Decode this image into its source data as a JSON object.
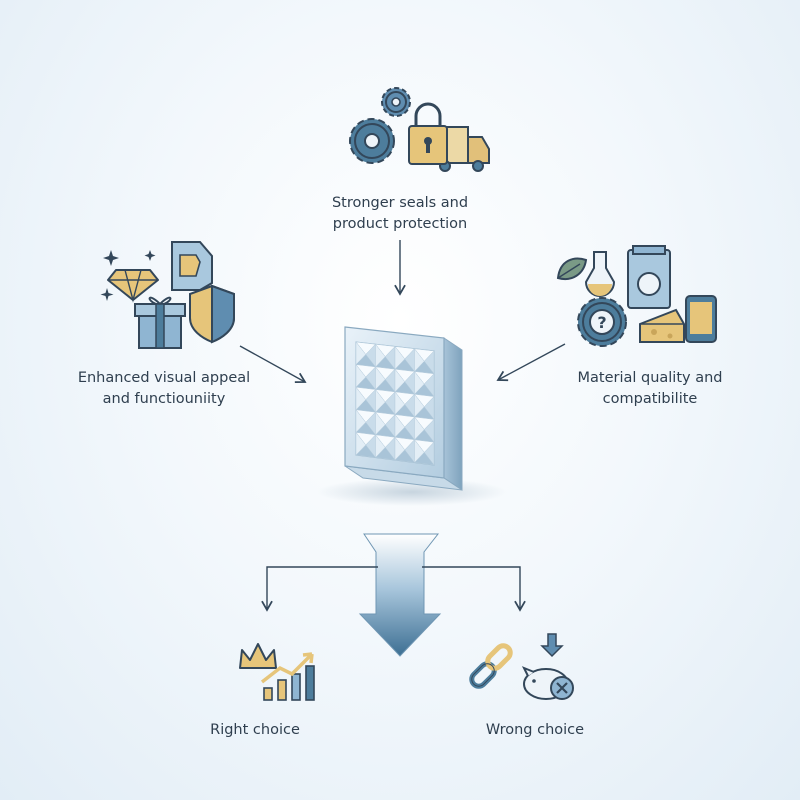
{
  "factors": {
    "top": {
      "line1": "Stronger seals and",
      "line2": "product protection",
      "icons": [
        "gear-icon",
        "lock-icon",
        "delivery-truck-icon"
      ]
    },
    "left": {
      "line1": "Enhanced visual appeal",
      "line2": "and functiouniity",
      "icons": [
        "diamond-icon",
        "sparkle-icon",
        "gift-box-icon",
        "shield-icon",
        "3d-shape-icon"
      ]
    },
    "right": {
      "line1": "Material quality and",
      "line2": "compatibilite",
      "icons": [
        "leaf-icon",
        "flask-icon",
        "food-bag-icon",
        "question-gear-icon",
        "cheese-icon",
        "smartphone-icon"
      ]
    }
  },
  "center": {
    "icon": "embossed-panel-icon"
  },
  "outcomes": {
    "right_choice": {
      "label": "Right choice",
      "icons": [
        "crown-icon",
        "growth-chart-icon"
      ]
    },
    "wrong_choice": {
      "label": "Wrong choice",
      "icons": [
        "broken-chain-icon",
        "piggy-bank-cross-icon",
        "down-arrow-icon"
      ]
    }
  },
  "colors": {
    "steel_blue": "#4d7d9c",
    "light_blue": "#a9c8de",
    "gold": "#e6c57a",
    "dark_outline": "#33475a",
    "arrow_gradient_top": "#ffffff",
    "arrow_gradient_bottom": "#3d6f93"
  }
}
